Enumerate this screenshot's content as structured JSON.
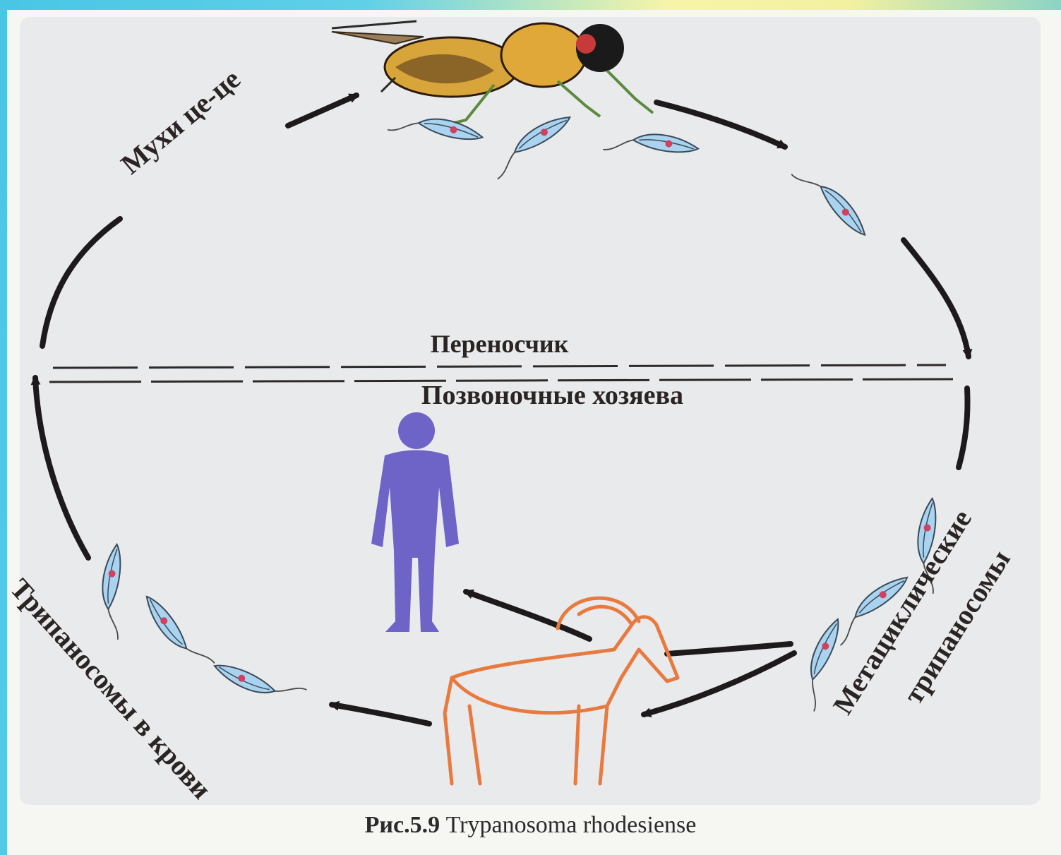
{
  "labels": {
    "vector": "Переносчик",
    "vertebrate_hosts": "Позвоночные хозяева",
    "tsetse_flies": "Мухи це-це",
    "blood_trypanosomes": "Трипаносомы в крови",
    "metacyclic_line1": "Метациклические",
    "metacyclic_line2": "трипаносомы"
  },
  "caption": {
    "figure_number": "Рис.5.9",
    "species": "Trypanosoma rhodesiense"
  },
  "icons": [
    "tsetse-fly-icon",
    "human-silhouette-icon",
    "antelope-icon",
    "trypanosome-icon"
  ],
  "colors": {
    "arrow": "#1e1a1c",
    "human": "#6e63c7",
    "antelope": "#e87a40",
    "trypanosome_fill": "#a9d3ef",
    "trypanosome_nucleus": "#d0405f",
    "fly_body": "#d8a53a"
  }
}
